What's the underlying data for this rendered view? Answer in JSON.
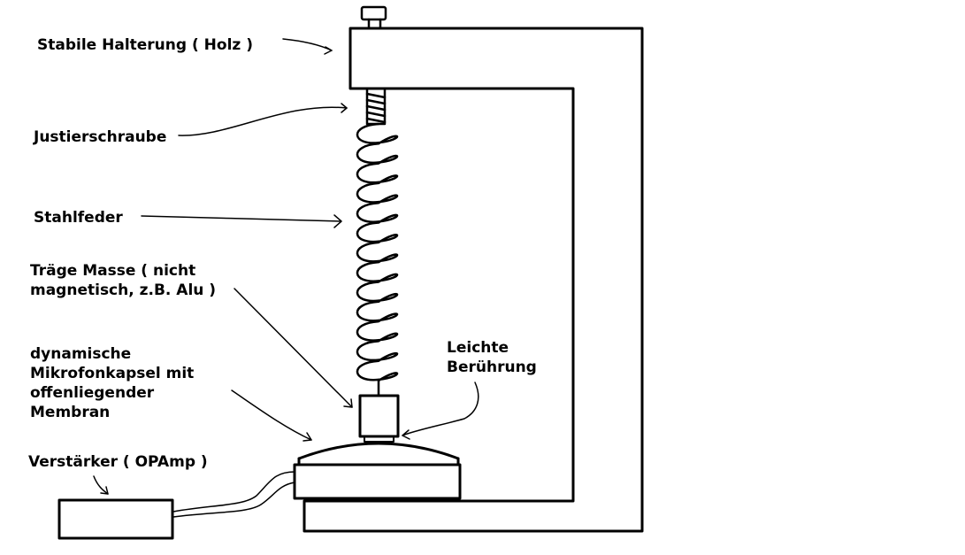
{
  "labels": {
    "holder": "Stabile  Halterung ( Holz )",
    "screw": "Justierschraube",
    "spring": "Stahlfeder",
    "mass": [
      "Träge Masse ( nicht",
      "magnetisch, z.B. Alu )"
    ],
    "capsule": [
      "dynamische",
      "Mikrofonkapsel mit",
      "offenliegender",
      "Membran"
    ],
    "contact": [
      "Leichte",
      "Berührung"
    ],
    "amp": "Verstärker ( OPAmp )"
  },
  "colors": {
    "ink": "#000000",
    "background": "#ffffff"
  }
}
